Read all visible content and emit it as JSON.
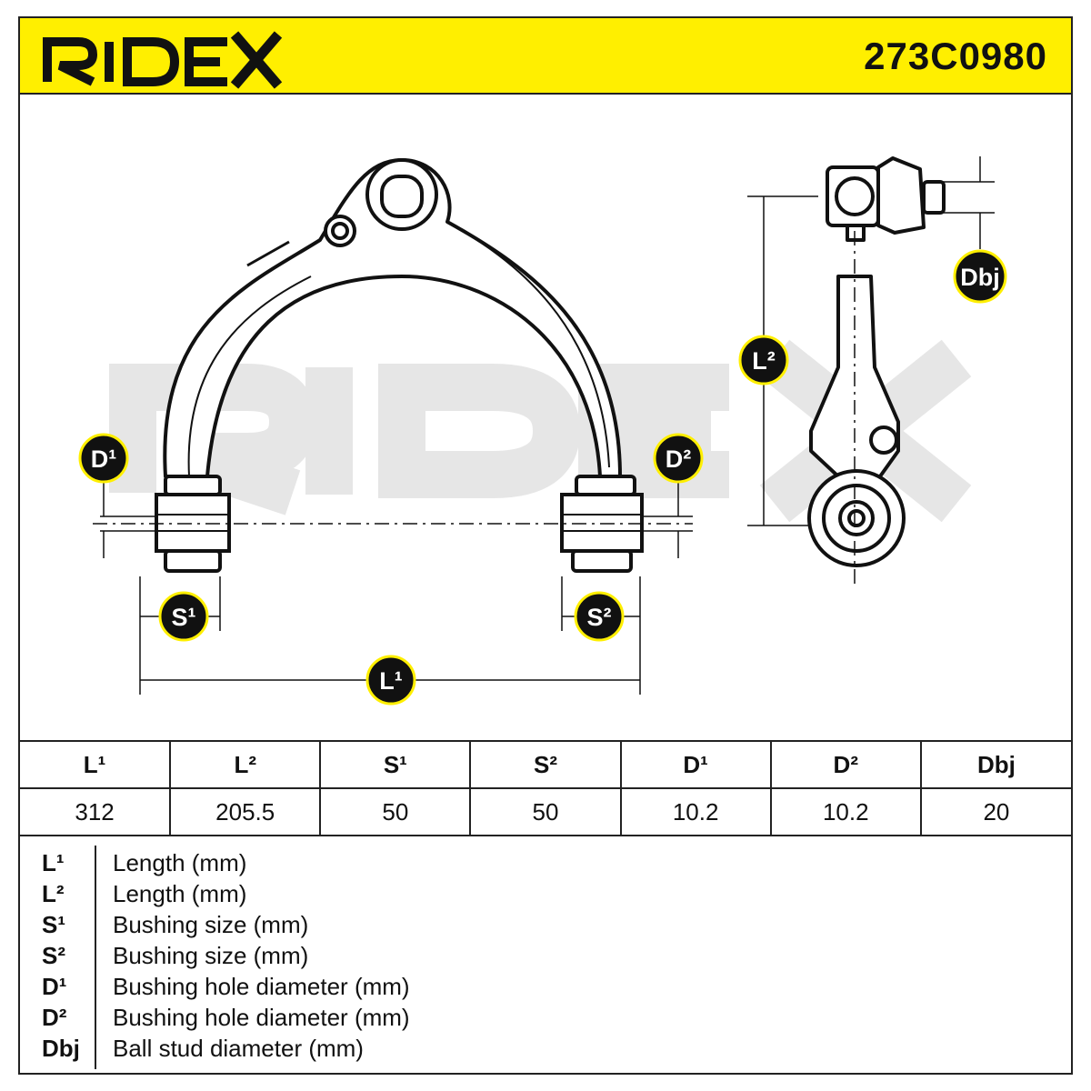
{
  "brand": "RIDEX",
  "part_number": "273C0980",
  "colors": {
    "header_bg": "#ffef00",
    "badge_fill": "#111111",
    "badge_ring": "#ffef00",
    "watermark": "#e6e6e6"
  },
  "dimension_labels": {
    "L1": "L¹",
    "L2": "L²",
    "S1": "S¹",
    "S2": "S²",
    "D1": "D¹",
    "D2": "D²",
    "Dbj": "Dbj"
  },
  "table": {
    "headers": [
      "L¹",
      "L²",
      "S¹",
      "S²",
      "D¹",
      "D²",
      "Dbj"
    ],
    "values": [
      "312",
      "205.5",
      "50",
      "50",
      "10.2",
      "10.2",
      "20"
    ]
  },
  "legend": [
    {
      "symbol": "L¹",
      "description": "Length (mm)"
    },
    {
      "symbol": "L²",
      "description": "Length (mm)"
    },
    {
      "symbol": "S¹",
      "description": "Bushing size (mm)"
    },
    {
      "symbol": "S²",
      "description": "Bushing size (mm)"
    },
    {
      "symbol": "D¹",
      "description": "Bushing hole diameter (mm)"
    },
    {
      "symbol": "D²",
      "description": "Bushing hole diameter (mm)"
    },
    {
      "symbol": "Dbj",
      "description": "Ball stud diameter (mm)"
    }
  ]
}
